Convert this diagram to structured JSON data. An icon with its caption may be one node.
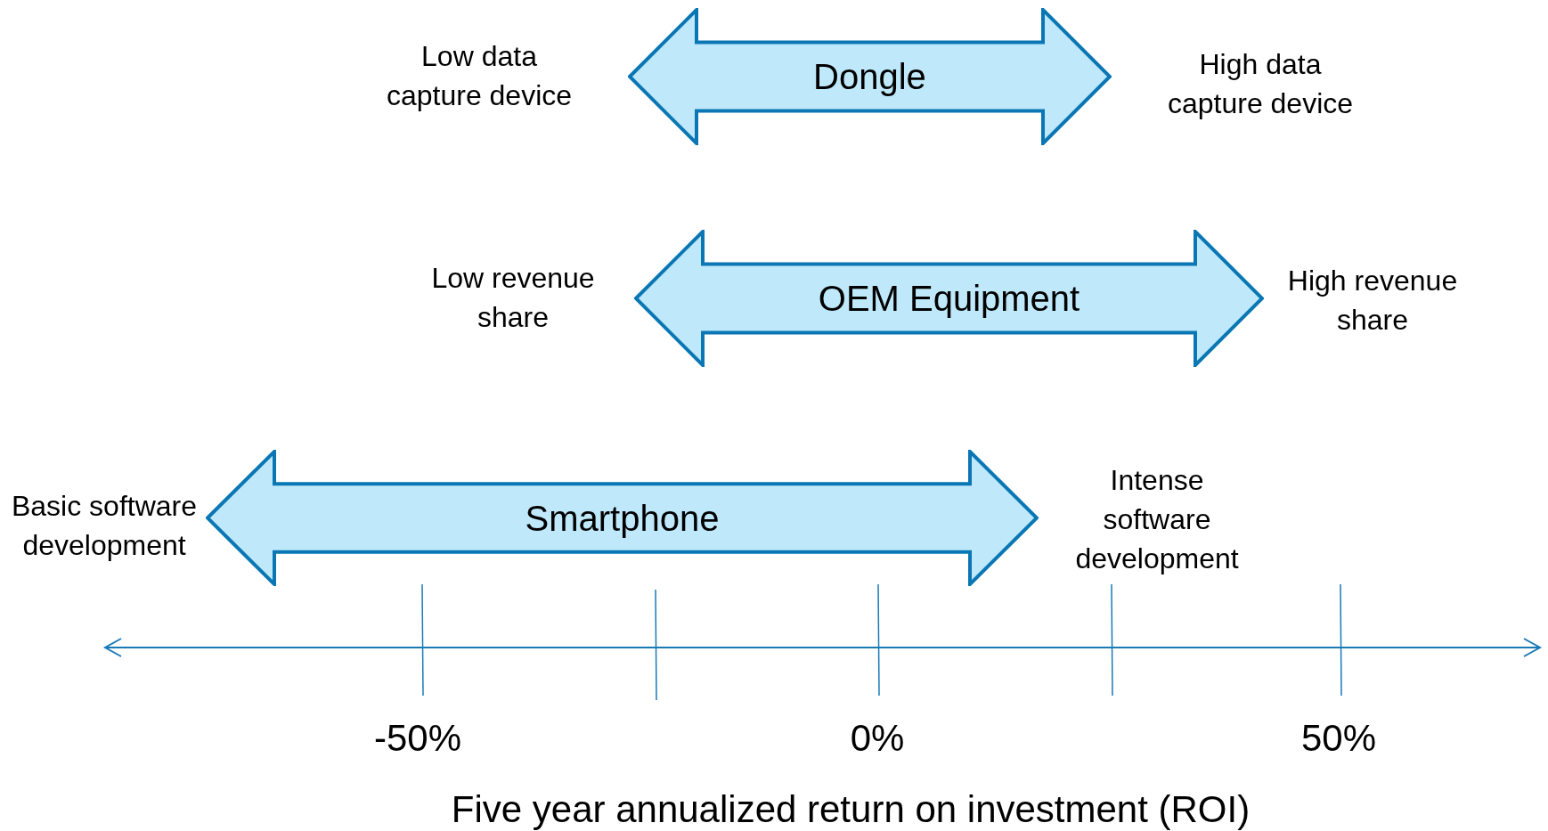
{
  "diagram": {
    "nodes": [
      {
        "text": [
          "Dongle"
        ],
        "beside": [
          "Low data capture device",
          "High data capture device"
        ]
      },
      {
        "text": [
          "OEM Equipment"
        ],
        "beside": [
          "Low revenue share",
          "High revenue share"
        ]
      },
      {
        "text": [
          "Smartphone"
        ],
        "beside": [
          "Basic software development",
          "Intense software development"
        ]
      }
    ],
    "labels": [
      "-50%",
      "0%",
      "50%",
      "Five year annualized return on investment (ROI)"
    ]
  }
}
